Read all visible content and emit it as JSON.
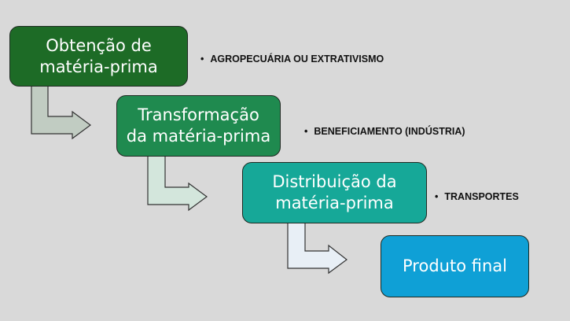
{
  "steps": [
    {
      "label": "Obtenção de matéria-prima",
      "note": "AGROPECUÁRIA OU EXTRATIVISMO",
      "color": "#1d6b26"
    },
    {
      "label": "Transformação da matéria-prima",
      "note": "BENEFICIAMENTO (INDÚSTRIA)",
      "color": "#1f8a4f"
    },
    {
      "label": "Distribuição da matéria-prima",
      "note": "TRANSPORTES",
      "color": "#16a898"
    },
    {
      "label": "Produto final",
      "color": "#0fa0d6"
    }
  ],
  "arrow_colors": [
    "#c1ccc2",
    "#d3e6dc",
    "#e8eff6"
  ]
}
